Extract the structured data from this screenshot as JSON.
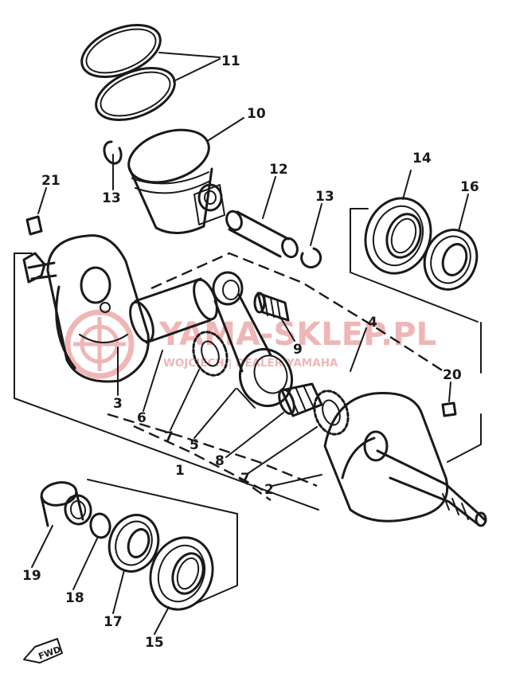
{
  "callouts": [
    {
      "id": "c1",
      "label": "1"
    },
    {
      "id": "c2",
      "label": "2"
    },
    {
      "id": "c3",
      "label": "3"
    },
    {
      "id": "c4",
      "label": "4"
    },
    {
      "id": "c5",
      "label": "5"
    },
    {
      "id": "c6",
      "label": "6"
    },
    {
      "id": "c7a",
      "label": "7"
    },
    {
      "id": "c7b",
      "label": "7"
    },
    {
      "id": "c8",
      "label": "8"
    },
    {
      "id": "c9",
      "label": "9"
    },
    {
      "id": "c10",
      "label": "10"
    },
    {
      "id": "c11",
      "label": "11"
    },
    {
      "id": "c12",
      "label": "12"
    },
    {
      "id": "c13a",
      "label": "13"
    },
    {
      "id": "c13b",
      "label": "13"
    },
    {
      "id": "c14",
      "label": "14"
    },
    {
      "id": "c15",
      "label": "15"
    },
    {
      "id": "c16",
      "label": "16"
    },
    {
      "id": "c17",
      "label": "17"
    },
    {
      "id": "c18",
      "label": "18"
    },
    {
      "id": "c19",
      "label": "19"
    },
    {
      "id": "c20",
      "label": "20"
    },
    {
      "id": "c21",
      "label": "21"
    }
  ],
  "watermark": {
    "title": "YAMA-SKLEP.PL",
    "subtitle": "WOJCIECH | DEALER YAMAHA",
    "color": "#e07070"
  },
  "direction_marker": {
    "label": "FWD",
    "icon": "arrow-left-icon"
  }
}
